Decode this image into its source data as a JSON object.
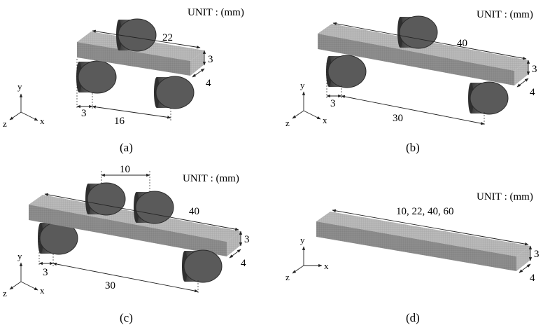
{
  "unit_label": "UNIT : (mm)",
  "axes": {
    "y": "y",
    "x": "x",
    "z": "z"
  },
  "panels": {
    "a": {
      "caption": "(a)",
      "length": "22",
      "height": "3",
      "width": "4",
      "support_offset": "3",
      "span": "16"
    },
    "b": {
      "caption": "(b)",
      "length": "40",
      "height": "3",
      "width": "4",
      "support_offset": "3",
      "span": "30"
    },
    "c": {
      "caption": "(c)",
      "length": "40",
      "height": "3",
      "width": "4",
      "support_offset": "3",
      "span": "30",
      "loading_span": "10"
    },
    "d": {
      "caption": "(d)",
      "length": "10, 22, 40, 60",
      "height": "3",
      "width": "4"
    }
  }
}
